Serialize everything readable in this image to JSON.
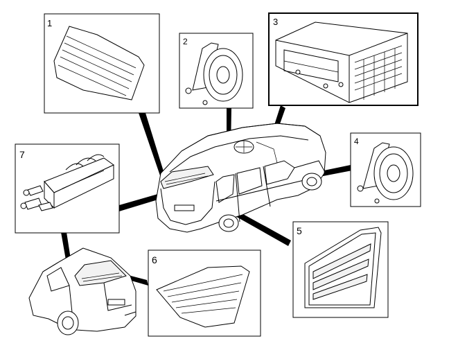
{
  "callouts": [
    {
      "id": 1,
      "label": "1"
    },
    {
      "id": 2,
      "label": "2"
    },
    {
      "id": 3,
      "label": "3"
    },
    {
      "id": 4,
      "label": "4"
    },
    {
      "id": 5,
      "label": "5"
    },
    {
      "id": 6,
      "label": "6"
    },
    {
      "id": 7,
      "label": "7"
    }
  ],
  "icons": {
    "part_1": "window-antenna-grid-icon",
    "part_2": "speaker-icon",
    "part_3": "control-module-icon",
    "part_4": "speaker-icon",
    "part_5": "side-window-antenna-icon",
    "part_6": "rear-window-antenna-icon",
    "part_7": "antenna-amplifier-icon"
  },
  "colors": {
    "line": "#000000",
    "background": "#ffffff"
  }
}
